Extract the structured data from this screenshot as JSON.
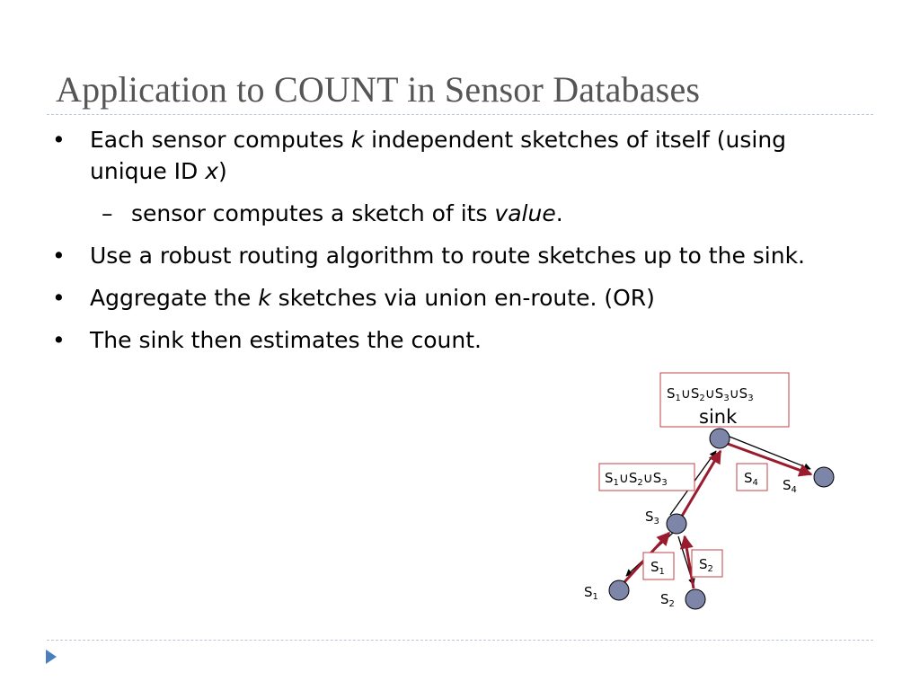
{
  "slide": {
    "title": "Application to COUNT in Sensor Databases"
  },
  "bullets": {
    "b1": {
      "p1": "Each sensor computes ",
      "k": "k",
      "p2": " independent sketches of itself (using unique ID ",
      "x": "x",
      "p3": ")"
    },
    "sub1": {
      "p1": "sensor computes a sketch of its ",
      "value": "value",
      "p2": "."
    },
    "b2": {
      "text": "Use a robust routing algorithm to route sketches up to the sink."
    },
    "b3": {
      "p1": "Aggregate the ",
      "k": "k",
      "p2": " sketches via union en-route. (OR)"
    },
    "b4": {
      "text": "The sink then estimates the count."
    }
  },
  "diagram": {
    "sink_box": {
      "s1": "S",
      "s1sub": "1",
      "u1": "∪",
      "s2": "S",
      "s2sub": "2",
      "u2": "∪",
      "s3": "S",
      "s3sub": "3",
      "u3": "∪",
      "s4": "S",
      "s4sub": "3"
    },
    "sink_label": "sink",
    "mid_box": {
      "s1": "S",
      "s1sub": "1",
      "u1": "∪",
      "s2": "S",
      "s2sub": "2",
      "u2": "∪",
      "s3": "S",
      "s3sub": "3"
    },
    "s4_box": {
      "s": "S",
      "sub": "4"
    },
    "s1_box": {
      "s": "S",
      "sub": "1"
    },
    "s2_box": {
      "s": "S",
      "sub": "2"
    },
    "node_s3": {
      "s": "S",
      "sub": "3"
    },
    "node_s4": {
      "s": "S",
      "sub": "4"
    },
    "node_s1": {
      "s": "S",
      "sub": "1"
    },
    "node_s2": {
      "s": "S",
      "sub": "2"
    }
  },
  "colors": {
    "node_fill": "#7d86a8",
    "arrow_red": "#9b1b2e",
    "box_border": "#c0404a"
  }
}
